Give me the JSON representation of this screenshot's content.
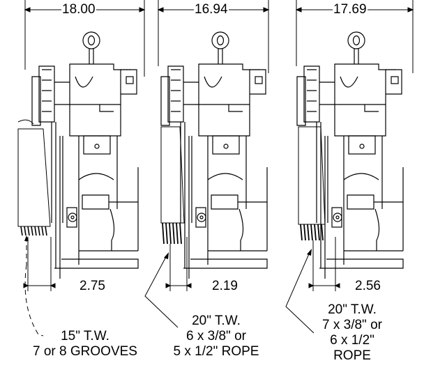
{
  "machines": [
    {
      "width_dim": "18.00",
      "offset_dim": "2.75",
      "note": [
        "15\" T.W.",
        "7 or 8 GROOVES"
      ]
    },
    {
      "width_dim": "16.94",
      "offset_dim": "2.19",
      "note": [
        "20\" T.W.",
        "6 x 3/8\" or",
        "5 x 1/2\" ROPE"
      ]
    },
    {
      "width_dim": "17.69",
      "offset_dim": "2.56",
      "note": [
        "20\" T.W.",
        "7 x 3/8\" or",
        "6 x 1/2\"",
        "ROPE"
      ]
    }
  ]
}
